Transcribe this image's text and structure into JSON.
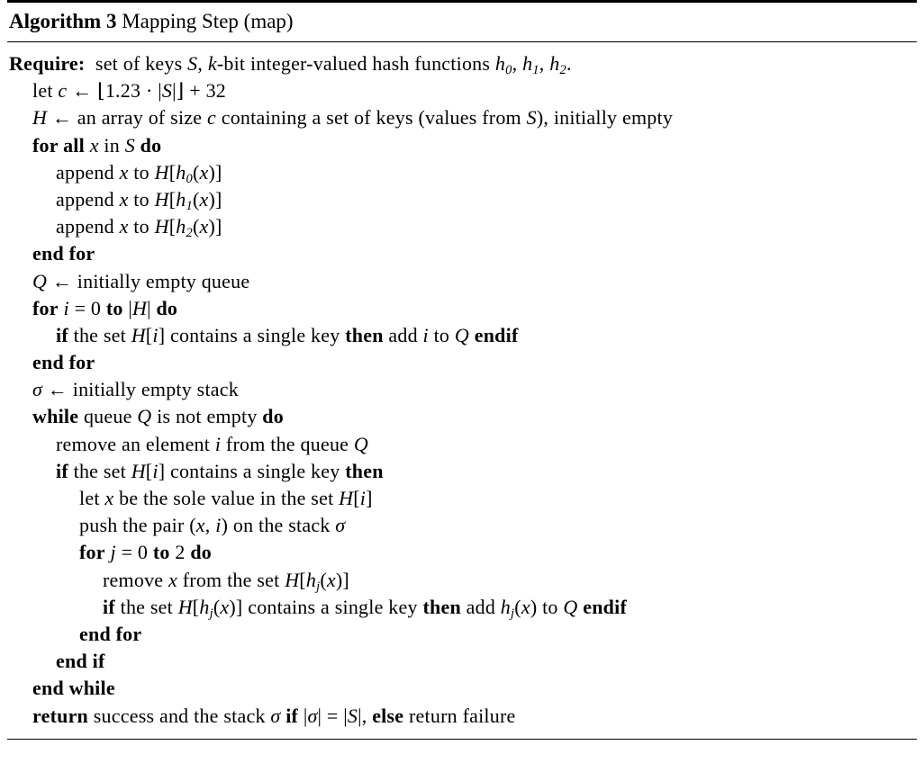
{
  "caption": {
    "label": "Algorithm 3",
    "title": "Mapping Step (map)"
  },
  "lines": [
    {
      "indent": 0,
      "html": "<span class=\"tok-b\">Require:</span>&nbsp; set of keys <span class=\"tok-i\">S</span>, <span class=\"tok-i\">k</span>-bit integer-valued hash functions <span class=\"tok-i\">h</span><sub>0</sub>, <span class=\"tok-i\">h</span><sub>1</sub>, <span class=\"tok-i\">h</span><sub>2</sub>.",
      "text": "Require: set of keys S, k-bit integer-valued hash functions h0, h1, h2."
    },
    {
      "indent": 1,
      "html": "let <span class=\"tok-i\">c</span> &#8592; &#8970;1.23 &#183; |<span class=\"tok-i\">S</span>|&#8971; + 32",
      "text": "let c ← ⌊1.23 · |S|⌋ + 32"
    },
    {
      "indent": 1,
      "html": "<span class=\"tok-i\">H</span> &#8592; an array of size <span class=\"tok-i\">c</span> containing a set of keys (values from <span class=\"tok-i\">S</span>), initially empty",
      "text": "H ← an array of size c containing a set of keys (values from S), initially empty"
    },
    {
      "indent": 1,
      "html": "<span class=\"tok-b\">for all</span> <span class=\"tok-i\">x</span> in <span class=\"tok-i\">S</span> <span class=\"tok-b\">do</span>",
      "text": "for all x in S do"
    },
    {
      "indent": 2,
      "html": "append <span class=\"tok-i\">x</span> to <span class=\"tok-i\">H</span>[<span class=\"tok-i\">h</span><sub>0</sub>(<span class=\"tok-i\">x</span>)]",
      "text": "append x to H[h0(x)]"
    },
    {
      "indent": 2,
      "html": "append <span class=\"tok-i\">x</span> to <span class=\"tok-i\">H</span>[<span class=\"tok-i\">h</span><sub>1</sub>(<span class=\"tok-i\">x</span>)]",
      "text": "append x to H[h1(x)]"
    },
    {
      "indent": 2,
      "html": "append <span class=\"tok-i\">x</span> to <span class=\"tok-i\">H</span>[<span class=\"tok-i\">h</span><sub>2</sub>(<span class=\"tok-i\">x</span>)]",
      "text": "append x to H[h2(x)]"
    },
    {
      "indent": 1,
      "html": "<span class=\"tok-b\">end for</span>",
      "text": "end for"
    },
    {
      "indent": 1,
      "html": "<span class=\"tok-i\">Q</span> &#8592; initially empty queue",
      "text": "Q ← initially empty queue"
    },
    {
      "indent": 1,
      "html": "<span class=\"tok-b\">for</span> <span class=\"tok-i\">i</span> = 0 <span class=\"tok-b\">to</span> |<span class=\"tok-i\">H</span>| <span class=\"tok-b\">do</span>",
      "text": "for i = 0 to |H| do"
    },
    {
      "indent": 2,
      "html": "<span class=\"tok-b\">if</span> the set <span class=\"tok-i\">H</span>[<span class=\"tok-i\">i</span>] contains a single key <span class=\"tok-b\">then</span> add <span class=\"tok-i\">i</span> to <span class=\"tok-i\">Q</span> <span class=\"tok-b\">endif</span>",
      "text": "if the set H[i] contains a single key then add i to Q endif"
    },
    {
      "indent": 1,
      "html": "<span class=\"tok-b\">end for</span>",
      "text": "end for"
    },
    {
      "indent": 1,
      "html": "<span class=\"tok-i\">&#963;</span> &#8592; initially empty stack",
      "text": "σ ← initially empty stack"
    },
    {
      "indent": 1,
      "html": "<span class=\"tok-b\">while</span> queue <span class=\"tok-i\">Q</span> is not empty <span class=\"tok-b\">do</span>",
      "text": "while queue Q is not empty do"
    },
    {
      "indent": 2,
      "html": "remove an element <span class=\"tok-i\">i</span> from the queue <span class=\"tok-i\">Q</span>",
      "text": "remove an element i from the queue Q"
    },
    {
      "indent": 2,
      "html": "<span class=\"tok-b\">if</span> the set <span class=\"tok-i\">H</span>[<span class=\"tok-i\">i</span>] contains a single key <span class=\"tok-b\">then</span>",
      "text": "if the set H[i] contains a single key then"
    },
    {
      "indent": 3,
      "html": "let <span class=\"tok-i\">x</span> be the sole value in the set <span class=\"tok-i\">H</span>[<span class=\"tok-i\">i</span>]",
      "text": "let x be the sole value in the set H[i]"
    },
    {
      "indent": 3,
      "html": "push the pair (<span class=\"tok-i\">x</span>, <span class=\"tok-i\">i</span>) on the stack <span class=\"tok-i\">&#963;</span>",
      "text": "push the pair (x, i) on the stack σ"
    },
    {
      "indent": 3,
      "html": "<span class=\"tok-b\">for</span> <span class=\"tok-i\">j</span> = 0 <span class=\"tok-b\">to</span> 2 <span class=\"tok-b\">do</span>",
      "text": "for j = 0 to 2 do"
    },
    {
      "indent": 4,
      "html": "remove <span class=\"tok-i\">x</span> from the set <span class=\"tok-i\">H</span>[<span class=\"tok-i\">h</span><sub>j</sub>(<span class=\"tok-i\">x</span>)]",
      "text": "remove x from the set H[hj(x)]"
    },
    {
      "indent": 4,
      "html": "<span class=\"tok-b\">if</span> the set <span class=\"tok-i\">H</span>[<span class=\"tok-i\">h</span><sub>j</sub>(<span class=\"tok-i\">x</span>)] contains a single key <span class=\"tok-b\">then</span> add <span class=\"tok-i\">h</span><sub>j</sub>(<span class=\"tok-i\">x</span>) to <span class=\"tok-i\">Q</span> <span class=\"tok-b\">endif</span>",
      "text": "if the set H[hj(x)] contains a single key then add hj(x) to Q endif"
    },
    {
      "indent": 3,
      "html": "<span class=\"tok-b\">end for</span>",
      "text": "end for"
    },
    {
      "indent": 2,
      "html": "<span class=\"tok-b\">end if</span>",
      "text": "end if"
    },
    {
      "indent": 1,
      "html": "<span class=\"tok-b\">end while</span>",
      "text": "end while"
    },
    {
      "indent": 1,
      "html": "<span class=\"tok-b\">return</span> success and the stack <span class=\"tok-i\">&#963;</span> <span class=\"tok-b\">if</span> |<span class=\"tok-i\">&#963;</span>| = |<span class=\"tok-i\">S</span>|, <span class=\"tok-b\">else</span> return failure",
      "text": "return success and the stack σ if |σ| = |S|, else return failure"
    }
  ],
  "colors": {
    "text": "#000000",
    "background": "#ffffff",
    "rule": "#000000"
  }
}
